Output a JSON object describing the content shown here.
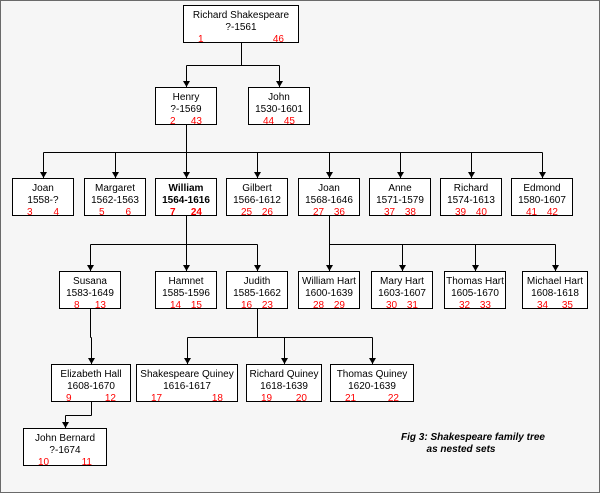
{
  "people": {
    "richard_sr": {
      "name": "Richard Shakespeare",
      "years": "?-1561",
      "left": "1",
      "right": "46"
    },
    "henry": {
      "name": "Henry",
      "years": "?-1569",
      "left": "2",
      "right": "43"
    },
    "john": {
      "name": "John",
      "years": "1530-1601",
      "left": "44",
      "right": "45"
    },
    "joan1": {
      "name": "Joan",
      "years": "1558-?",
      "left": "3",
      "right": "4"
    },
    "margaret": {
      "name": "Margaret",
      "years": "1562-1563",
      "left": "5",
      "right": "6"
    },
    "william": {
      "name": "William",
      "years": "1564-1616",
      "left": "7",
      "right": "24"
    },
    "gilbert": {
      "name": "Gilbert",
      "years": "1566-1612",
      "left": "25",
      "right": "26"
    },
    "joan2": {
      "name": "Joan",
      "years": "1568-1646",
      "left": "27",
      "right": "36"
    },
    "anne": {
      "name": "Anne",
      "years": "1571-1579",
      "left": "37",
      "right": "38"
    },
    "richard": {
      "name": "Richard",
      "years": "1574-1613",
      "left": "39",
      "right": "40"
    },
    "edmond": {
      "name": "Edmond",
      "years": "1580-1607",
      "left": "41",
      "right": "42"
    },
    "susana": {
      "name": "Susana",
      "years": "1583-1649",
      "left": "8",
      "right": "13"
    },
    "hamnet": {
      "name": "Hamnet",
      "years": "1585-1596",
      "left": "14",
      "right": "15"
    },
    "judith": {
      "name": "Judith",
      "years": "1585-1662",
      "left": "16",
      "right": "23"
    },
    "william_hart": {
      "name": "William Hart",
      "years": "1600-1639",
      "left": "28",
      "right": "29"
    },
    "mary_hart": {
      "name": "Mary Hart",
      "years": "1603-1607",
      "left": "30",
      "right": "31"
    },
    "thomas_hart": {
      "name": "Thomas Hart",
      "years": "1605-1670",
      "left": "32",
      "right": "33"
    },
    "michael_hart": {
      "name": "Michael Hart",
      "years": "1608-1618",
      "left": "34",
      "right": "35"
    },
    "elizabeth_hall": {
      "name": "Elizabeth Hall",
      "years": "1608-1670",
      "left": "9",
      "right": "12"
    },
    "shakespeare_quiney": {
      "name": "Shakespeare Quiney",
      "years": "1616-1617",
      "left": "17",
      "right": "18"
    },
    "richard_quiney": {
      "name": "Richard Quiney",
      "years": "1618-1639",
      "left": "19",
      "right": "20"
    },
    "thomas_quiney": {
      "name": "Thomas Quiney",
      "years": "1620-1639",
      "left": "21",
      "right": "22"
    },
    "john_bernard": {
      "name": "John Bernard",
      "years": "?-1674",
      "left": "10",
      "right": "11"
    }
  },
  "tree": [
    {
      "parent": "richard_sr",
      "children": [
        "henry",
        "john"
      ]
    },
    {
      "parent": "henry",
      "children": [
        "joan1",
        "margaret",
        "william",
        "gilbert",
        "joan2",
        "anne",
        "richard",
        "edmond"
      ]
    },
    {
      "parent": "william",
      "children": [
        "susana",
        "hamnet",
        "judith"
      ]
    },
    {
      "parent": "joan2",
      "children": [
        "william_hart",
        "mary_hart",
        "thomas_hart",
        "michael_hart"
      ]
    },
    {
      "parent": "judith",
      "children": [
        "shakespeare_quiney",
        "richard_quiney",
        "thomas_quiney"
      ]
    },
    {
      "parent": "susana",
      "children": [
        "elizabeth_hall"
      ]
    },
    {
      "parent": "elizabeth_hall",
      "children": [
        "john_bernard"
      ]
    }
  ],
  "caption": {
    "line1": "Fig 3: Shakespeare family tree",
    "line2": "as nested sets"
  },
  "colors": {
    "line": "#000000",
    "number": "#ff0000",
    "border": "#000000",
    "background": "#f6f6f6"
  }
}
